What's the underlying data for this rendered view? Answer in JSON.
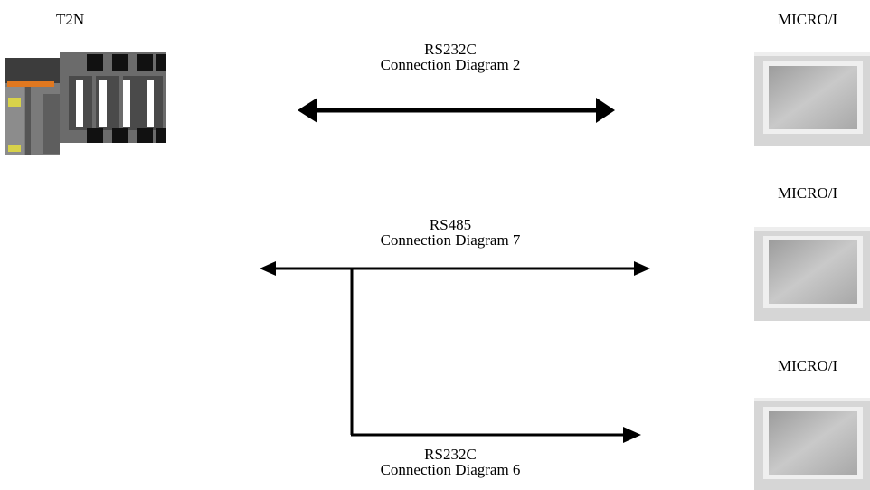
{
  "devices": {
    "plc": {
      "label": "T2N"
    },
    "hmi_top": {
      "label": "MICRO/I"
    },
    "hmi_middle": {
      "label": "MICRO/I"
    },
    "hmi_bottom": {
      "label": "MICRO/I"
    }
  },
  "connections": {
    "top": {
      "protocol": "RS232C",
      "diagram": "Connection Diagram 2"
    },
    "middle": {
      "protocol": "RS485",
      "diagram": "Connection Diagram 7"
    },
    "bottom": {
      "protocol": "RS232C",
      "diagram": "Connection Diagram 6"
    }
  },
  "colors": {
    "line": "#000000",
    "panel_frame": "#d9d9d9",
    "screen": "#b8b8b8",
    "plc_body": "#707070",
    "plc_accent": "#e07820"
  }
}
